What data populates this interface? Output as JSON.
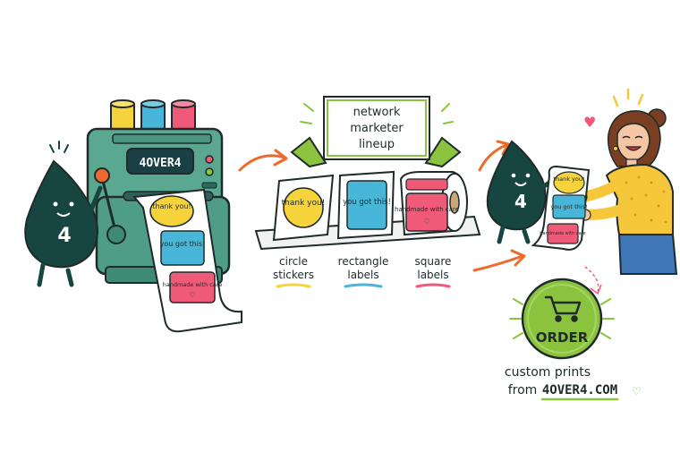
{
  "printer": {
    "brand": "4OVER4",
    "sticker_top": "thank you!",
    "sticker_mid": "you got this!",
    "sticker_bottom": "handmade with care"
  },
  "mascot_number": "4",
  "banner": {
    "line1": "network",
    "line2": "marketer",
    "line3": "lineup"
  },
  "samples": {
    "card_text": "thank you!",
    "rect_text": "you got this!",
    "roll_text": "handmade with care"
  },
  "captions": {
    "circle_line1": "circle",
    "circle_line2": "stickers",
    "rect_line1": "rectangle",
    "rect_line2": "labels",
    "square_line1": "square",
    "square_line2": "labels"
  },
  "customer_sheet": {
    "top": "thank you!",
    "mid": "you got this!",
    "bottom": "handmade with care"
  },
  "order": {
    "button_label": "ORDER",
    "tagline_line1": "custom prints",
    "tagline_prefix": "from",
    "tagline_site": "4OVER4.COM"
  },
  "colors": {
    "green_dark": "#17453f",
    "machine_teal": "#5aa88f",
    "yellow": "#f6d33b",
    "blue": "#47b6d8",
    "pink": "#ef5a78",
    "lime": "#8bc33f",
    "orange": "#ee6a2c"
  }
}
